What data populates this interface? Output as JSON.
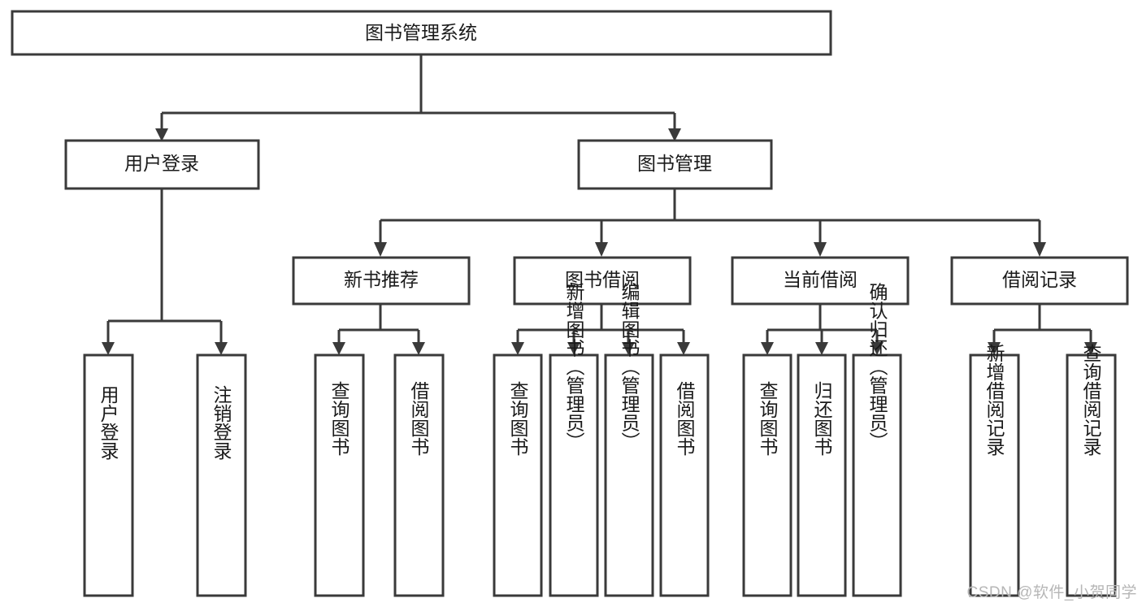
{
  "diagram": {
    "type": "tree-hierarchy",
    "title": "图书管理系统",
    "orientation": "top-down",
    "colors": {
      "box_stroke": "#3a3a3a",
      "box_fill": "#ffffff",
      "connector": "#3a3a3a",
      "text": "#1a1a1a",
      "background": "#ffffff",
      "watermark": "#b6b6b6"
    },
    "root": {
      "label": "图书管理系统"
    },
    "level2": [
      {
        "label": "用户登录"
      },
      {
        "label": "图书管理"
      }
    ],
    "level3": [
      {
        "label": "新书推荐"
      },
      {
        "label": "图书借阅"
      },
      {
        "label": "当前借阅"
      },
      {
        "label": "借阅记录"
      }
    ],
    "leaves_user_login": [
      {
        "label": "用户登录"
      },
      {
        "label": "注销登录"
      }
    ],
    "leaves_new_book": [
      {
        "label": "查询图书"
      },
      {
        "label": "借阅图书"
      }
    ],
    "leaves_book_borrow": [
      {
        "label": "查询图书"
      },
      {
        "label": "新增图书（管理员）"
      },
      {
        "label": "编辑图书（管理员）"
      },
      {
        "label": "借阅图书"
      }
    ],
    "leaves_current_borrow": [
      {
        "label": "查询图书"
      },
      {
        "label": "归还图书"
      },
      {
        "label": "确认归还（管理员）"
      }
    ],
    "leaves_borrow_record": [
      {
        "label": "新增借阅记录"
      },
      {
        "label": "查询借阅记录"
      }
    ]
  },
  "watermark": {
    "text": "CSDN @软件_小贺同学"
  }
}
